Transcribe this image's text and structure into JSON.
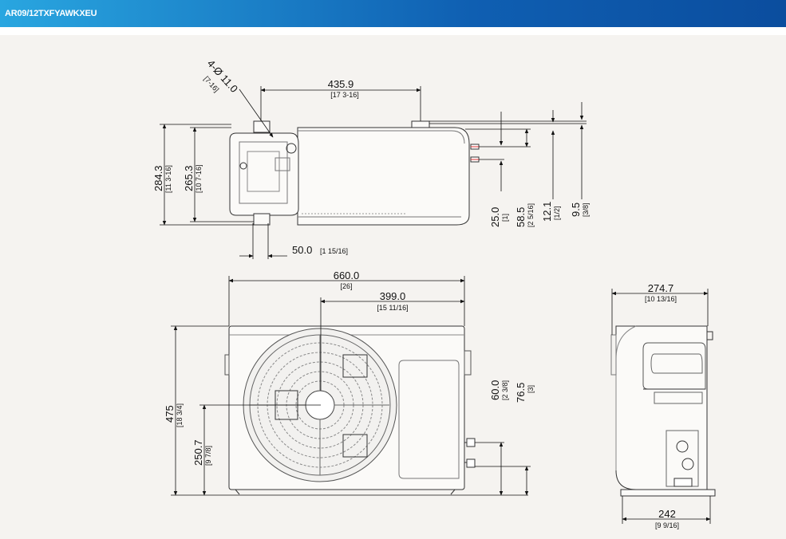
{
  "header": {
    "model": "AR09/12TXFYAWKXEU",
    "bar_color": "#1a7fd0"
  },
  "top_view": {
    "hole": {
      "label": "4-Ø 11.0",
      "sub": "[7-16]"
    },
    "width": {
      "value": "435.9",
      "sub": "[17 3-16]"
    },
    "height_outer": {
      "value": "284.3",
      "sub": "[11 3-16]"
    },
    "height_inner": {
      "value": "265.3",
      "sub": "[10 7-16]"
    },
    "offset": {
      "value": "50.0",
      "sub": "[1 15/16]"
    },
    "valve_1": {
      "value": "25.0",
      "sub": "[1]"
    },
    "valve_2": {
      "value": "58.5",
      "sub": "[2 5/16]"
    },
    "valve_3": {
      "value": "12.1",
      "sub": "[1/2]"
    },
    "valve_4": {
      "value": "9.5",
      "sub": "[3/8]"
    }
  },
  "front_view": {
    "width": {
      "value": "660.0",
      "sub": "[26]"
    },
    "fan_center_x": {
      "value": "399.0",
      "sub": "[15 11/16]"
    },
    "height": {
      "value": "475",
      "sub": "[18 3/4]"
    },
    "fan_center_y": {
      "value": "250.7",
      "sub": "[9 7/8]"
    },
    "pipe_1": {
      "value": "60.0",
      "sub": "[2 3/8]"
    },
    "pipe_2": {
      "value": "76.5",
      "sub": "[3]"
    }
  },
  "side_view": {
    "depth": {
      "value": "274.7",
      "sub": "[10 13/16]"
    },
    "base": {
      "value": "242",
      "sub": "[9 9/16]"
    }
  }
}
